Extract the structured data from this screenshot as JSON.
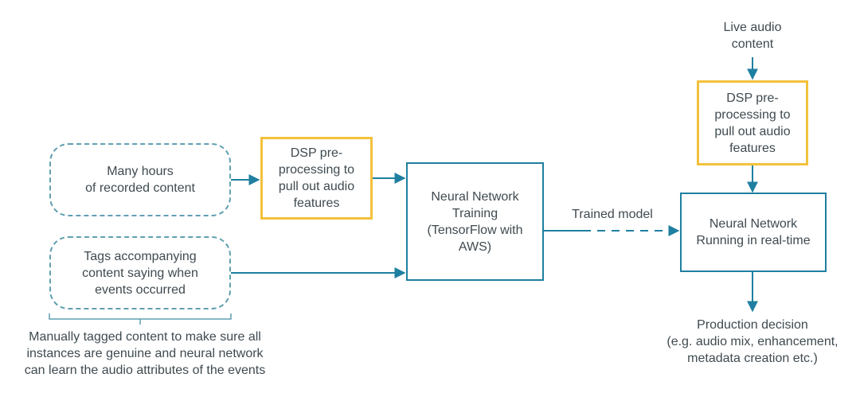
{
  "colors": {
    "dashed_border": "#5f9fb0",
    "dsp_border": "#f3c13c",
    "process_border": "#1f7fa0",
    "arrow": "#1f7fa0",
    "text": "#3f4a50"
  },
  "nodes": {
    "recorded_content": "Many hours\nof recorded content",
    "tags": "Tags accompanying\ncontent saying when\nevents occurred",
    "dsp_training": "DSP pre-\nprocessing to\npull out audio\nfeatures",
    "nn_training": "Neural Network\nTraining\n(TensorFlow with\nAWS)",
    "live_audio": "Live audio\ncontent",
    "dsp_live": "DSP pre-\nprocessing to\npull out audio\nfeatures",
    "nn_realtime": "Neural Network\nRunning in real-time",
    "production_decision": "Production decision\n(e.g. audio mix, enhancement,\nmetadata creation etc.)"
  },
  "edges": {
    "trained_model_label": "Trained model"
  },
  "annotations": {
    "manual_tagging_note": "Manually tagged content to make sure all\ninstances are genuine and neural network\ncan learn the audio attributes of the events"
  }
}
